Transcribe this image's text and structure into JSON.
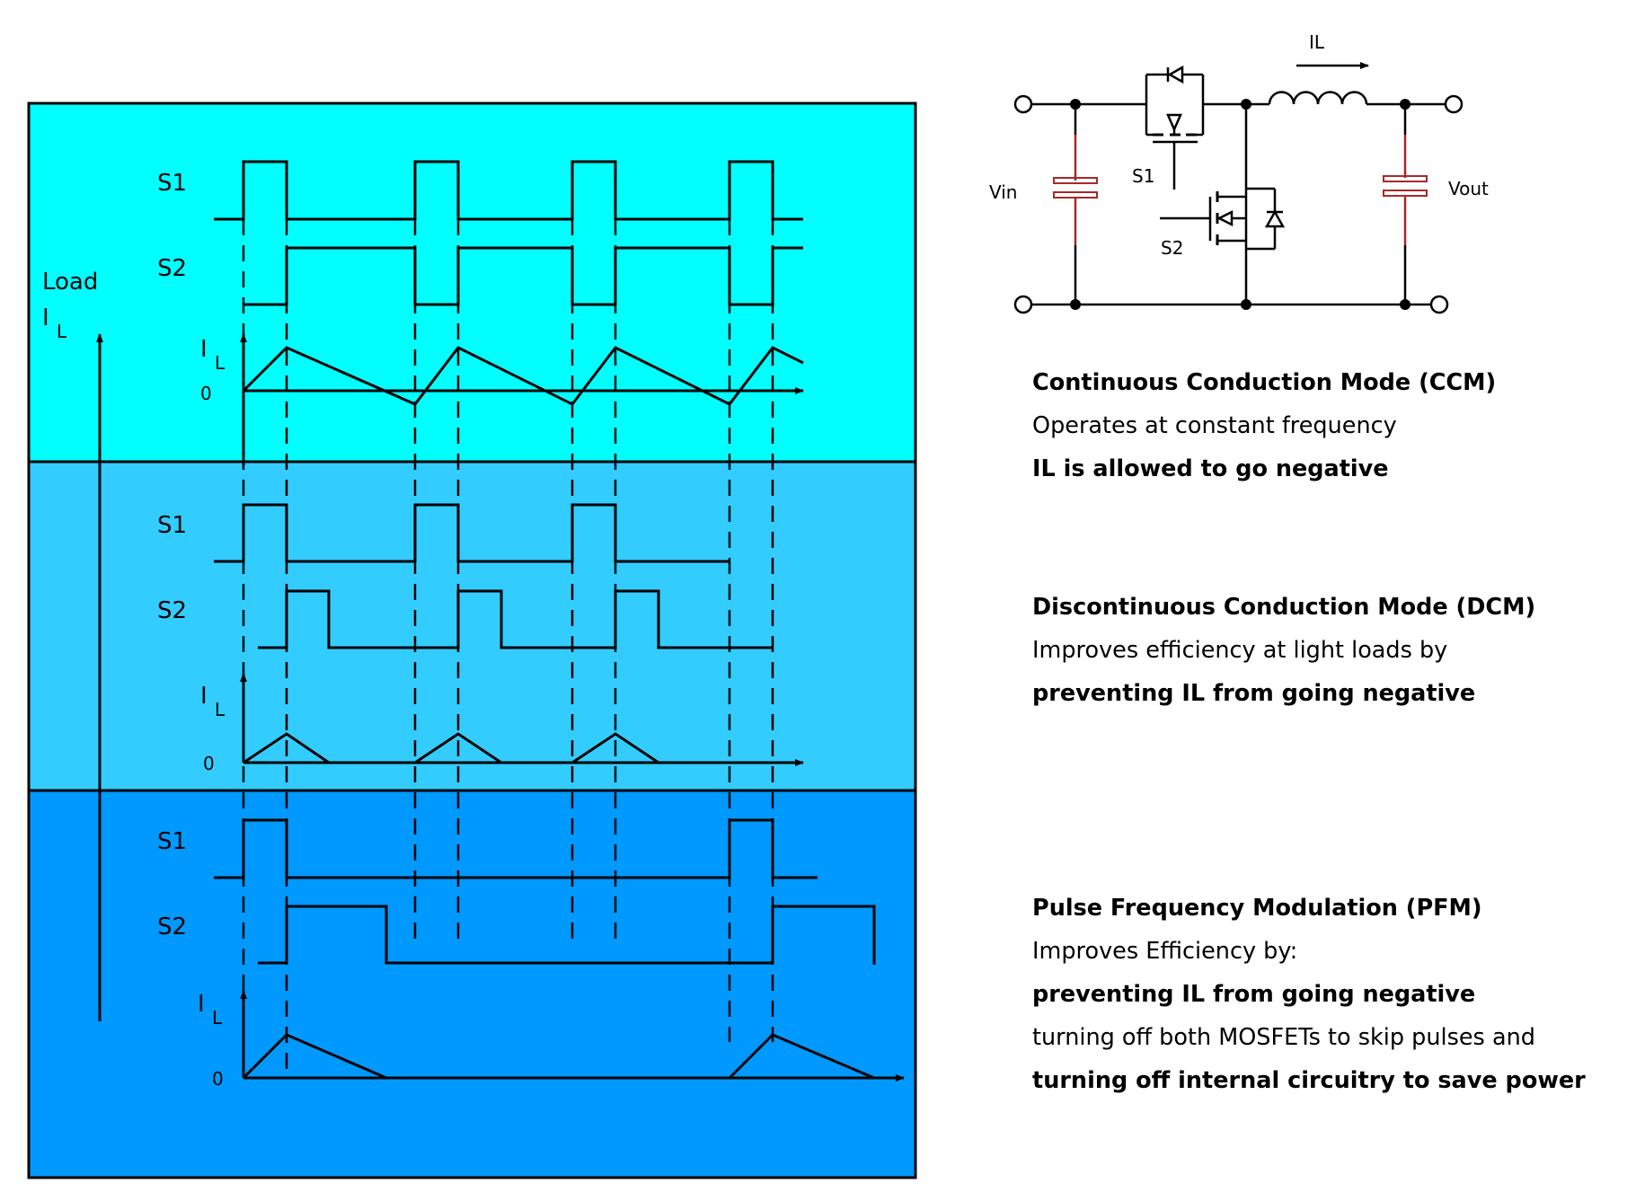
{
  "waveform": {
    "load_label": "Load",
    "load_axis_i": "I",
    "load_axis_sub": "L",
    "il_i": "I",
    "il_sub": "L",
    "zero": "0",
    "s1": "S1",
    "s2": "S2",
    "colors": {
      "ccm": "#00ffff",
      "dcm": "#33ccff",
      "pfm": "#0099ff"
    }
  },
  "circuit": {
    "vin": "Vin",
    "vout": "Vout",
    "s1": "S1",
    "s2": "S2",
    "il": "IL",
    "capacitor_color": "#a52a2a"
  },
  "ccm": {
    "title": "Continuous Conduction Mode (CCM)",
    "line1": "Operates at constant frequency",
    "line2": "IL is allowed to go negative"
  },
  "dcm": {
    "title": "Discontinuous Conduction Mode (DCM)",
    "line1": "Improves efficiency at light loads by",
    "line2": "preventing IL from going negative"
  },
  "pfm": {
    "title": "Pulse Frequency Modulation (PFM)",
    "line1": "Improves Efficiency by:",
    "line2": "preventing IL from going negative",
    "line3": "turning off both MOSFETs to skip pulses and",
    "line4": "turning off internal circuitry to save power"
  }
}
